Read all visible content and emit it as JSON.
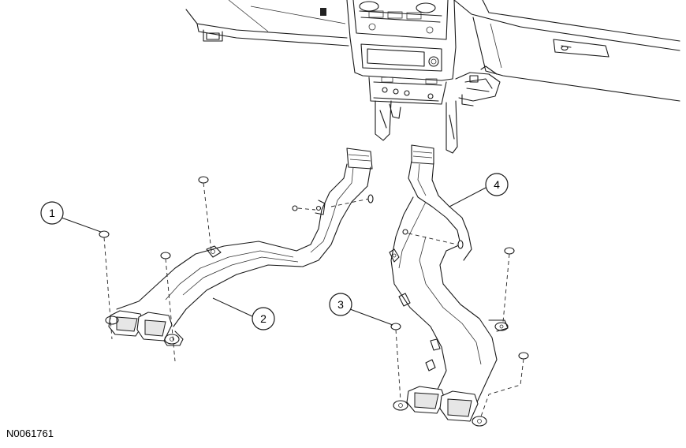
{
  "figure_id": "N0061761",
  "callouts": {
    "c1": "1",
    "c2": "2",
    "c3": "3",
    "c4": "4"
  }
}
